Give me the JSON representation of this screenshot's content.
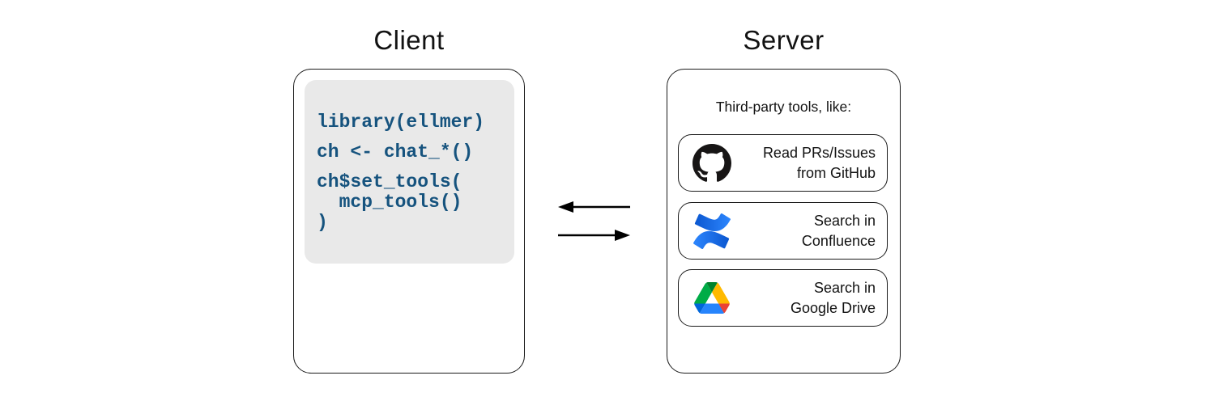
{
  "client": {
    "title": "Client",
    "code_lines": [
      "library(ellmer)",
      "ch <- chat_*()",
      "ch$set_tools(",
      "  mcp_tools()",
      ")"
    ]
  },
  "server": {
    "title": "Server",
    "heading": "Third-party tools, like:",
    "tools": [
      {
        "icon": "github-icon",
        "label_line1": "Read PRs/Issues",
        "label_line2": "from GitHub"
      },
      {
        "icon": "confluence-icon",
        "label_line1": "Search in",
        "label_line2": "Confluence"
      },
      {
        "icon": "google-drive-icon",
        "label_line1": "Search in",
        "label_line2": "Google Drive"
      }
    ]
  },
  "arrows": {
    "top_direction": "server-to-client",
    "bottom_direction": "client-to-server"
  },
  "colors": {
    "code_text": "#16537e",
    "code_background": "#e9e9e9",
    "outline": "#1a1a1a",
    "arrow": "#000000",
    "github_black": "#171515",
    "confluence_blue_dark": "#0b57d0",
    "confluence_blue_light": "#2d86fe",
    "drive_green_dark": "#00832d",
    "drive_green": "#00ac47",
    "drive_yellow": "#ffba00",
    "drive_red": "#ea4335",
    "drive_blue": "#2684fc",
    "drive_blue_dark": "#0066da"
  }
}
